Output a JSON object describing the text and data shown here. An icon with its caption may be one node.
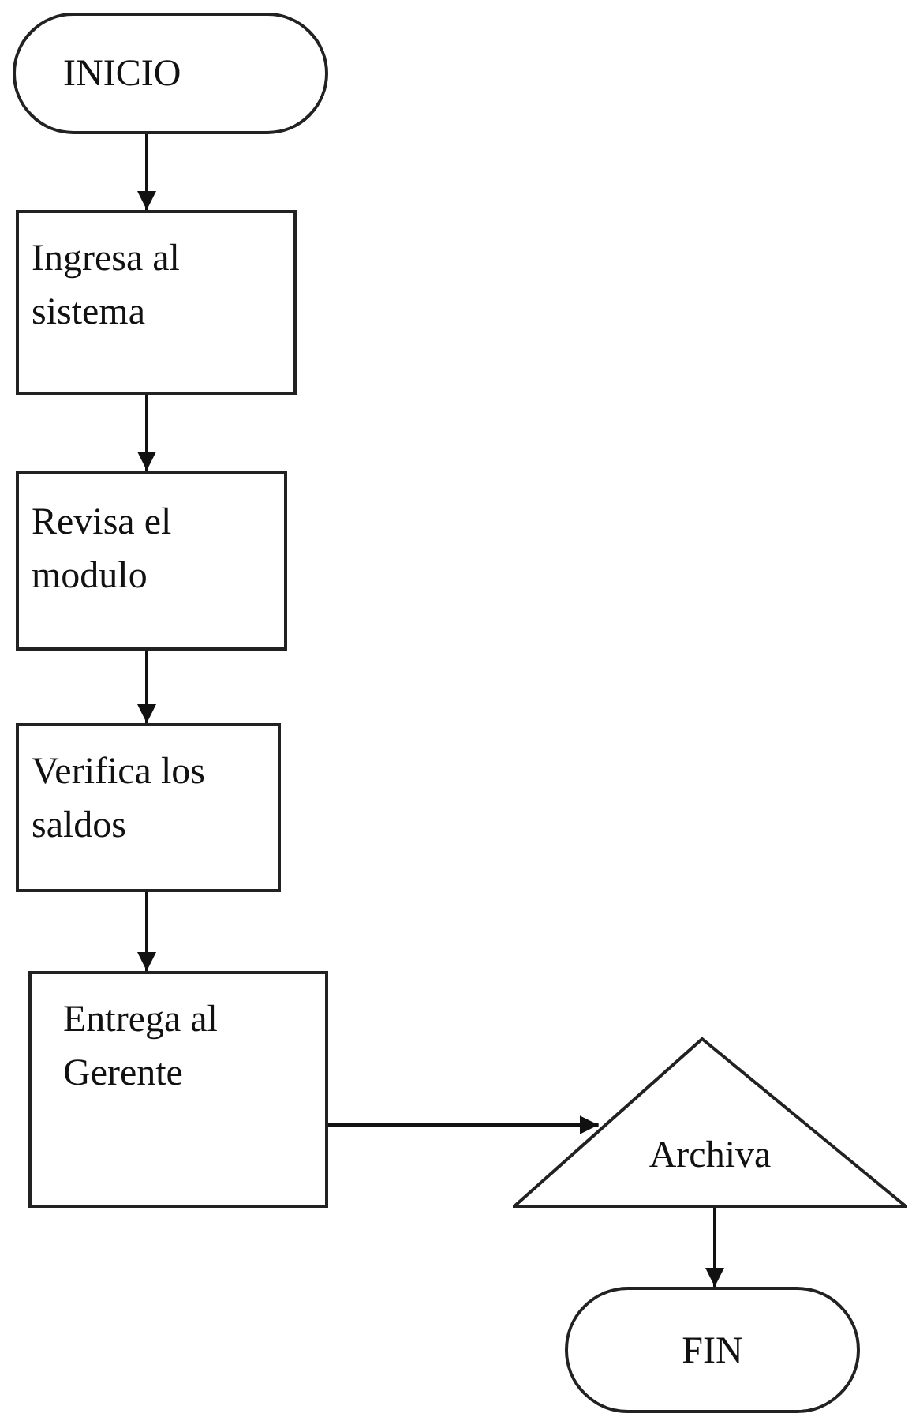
{
  "diagram": {
    "nodes": [
      {
        "text": [
          "INICIO"
        ]
      },
      {
        "text": [
          "Ingresa al sistema"
        ]
      },
      {
        "text": [
          "Revisa el modulo"
        ]
      },
      {
        "text": [
          "Verifica los saldos"
        ]
      },
      {
        "text": [
          "Entrega al Gerente"
        ]
      },
      {
        "text": [
          "Archiva"
        ]
      },
      {
        "text": [
          "FIN"
        ]
      }
    ],
    "edges": [
      {
        "from": 0,
        "to": 1,
        "arrow": "to"
      },
      {
        "from": 1,
        "to": 2,
        "arrow": "to"
      },
      {
        "from": 2,
        "to": 3,
        "arrow": "to"
      },
      {
        "from": 3,
        "to": 4,
        "arrow": "to"
      },
      {
        "from": 4,
        "to": 5,
        "arrow": "to"
      },
      {
        "from": 5,
        "to": 6,
        "arrow": "to"
      }
    ]
  }
}
